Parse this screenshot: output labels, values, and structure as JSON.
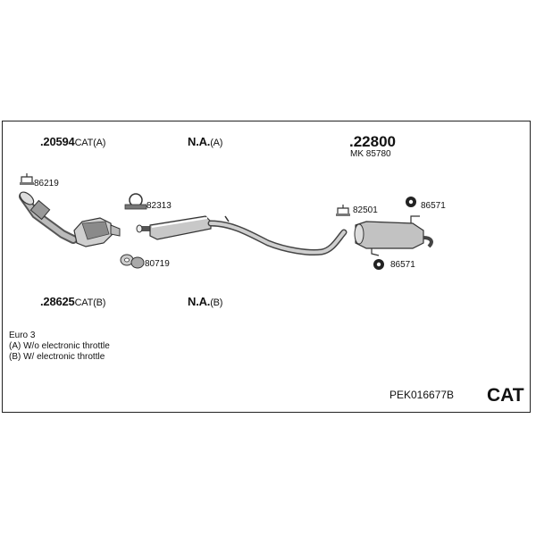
{
  "parts": {
    "cat_a": {
      "number": ".20594",
      "suffix": "CAT(A)"
    },
    "na_a": {
      "number": "N.A.",
      "suffix": "(A)"
    },
    "main": {
      "number": ".22800",
      "sub": "MK 85780"
    },
    "cat_b": {
      "number": ".28625",
      "suffix": "CAT(B)"
    },
    "na_b": {
      "number": "N.A.",
      "suffix": "(B)"
    }
  },
  "fittings": {
    "f86219": "86219",
    "f82313": "82313",
    "f80719": "80719",
    "f82501": "82501",
    "f86571_top": "86571",
    "f86571_bottom": "86571"
  },
  "notes": [
    "Euro 3",
    "(A) W/o electronic throttle",
    "(B) W/ electronic throttle"
  ],
  "footer": {
    "code": "PEK016677B",
    "badge": "CAT"
  }
}
